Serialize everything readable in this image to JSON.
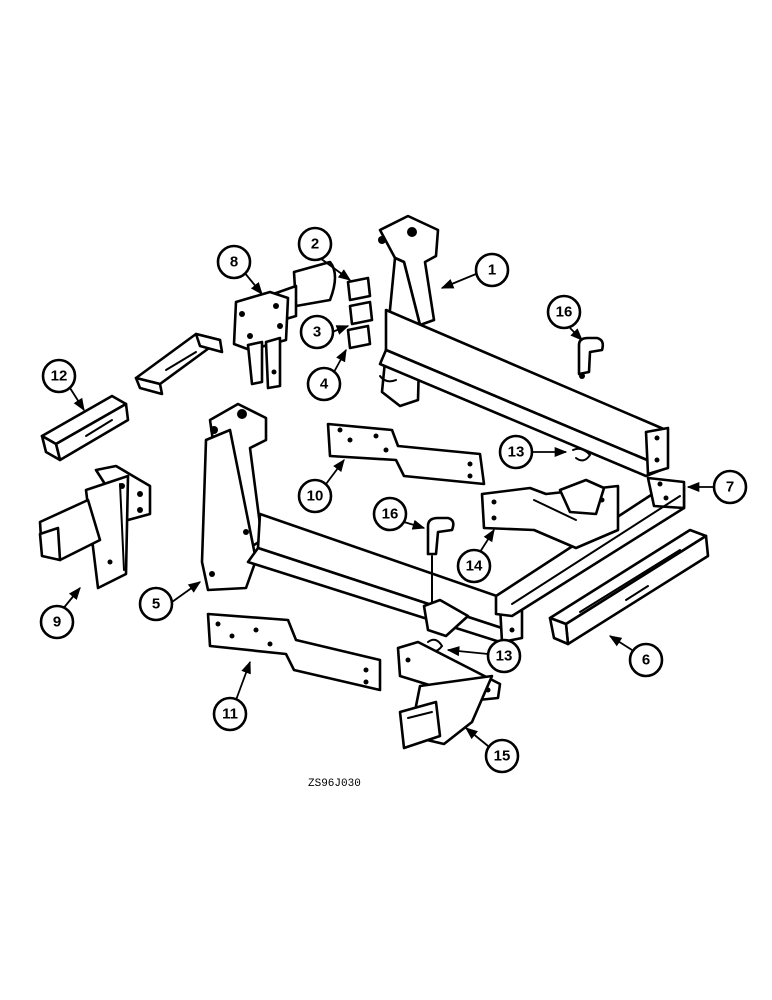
{
  "callouts": {
    "c1": "1",
    "c2": "2",
    "c3": "3",
    "c4": "4",
    "c5": "5",
    "c6": "6",
    "c7": "7",
    "c8": "8",
    "c9": "9",
    "c10": "10",
    "c11": "11",
    "c12": "12",
    "c13a": "13",
    "c13b": "13",
    "c14": "14",
    "c15": "15",
    "c16a": "16",
    "c16b": "16"
  },
  "caption": "ZS96J030",
  "colors": {
    "ink": "#000000",
    "paper": "#ffffff"
  }
}
